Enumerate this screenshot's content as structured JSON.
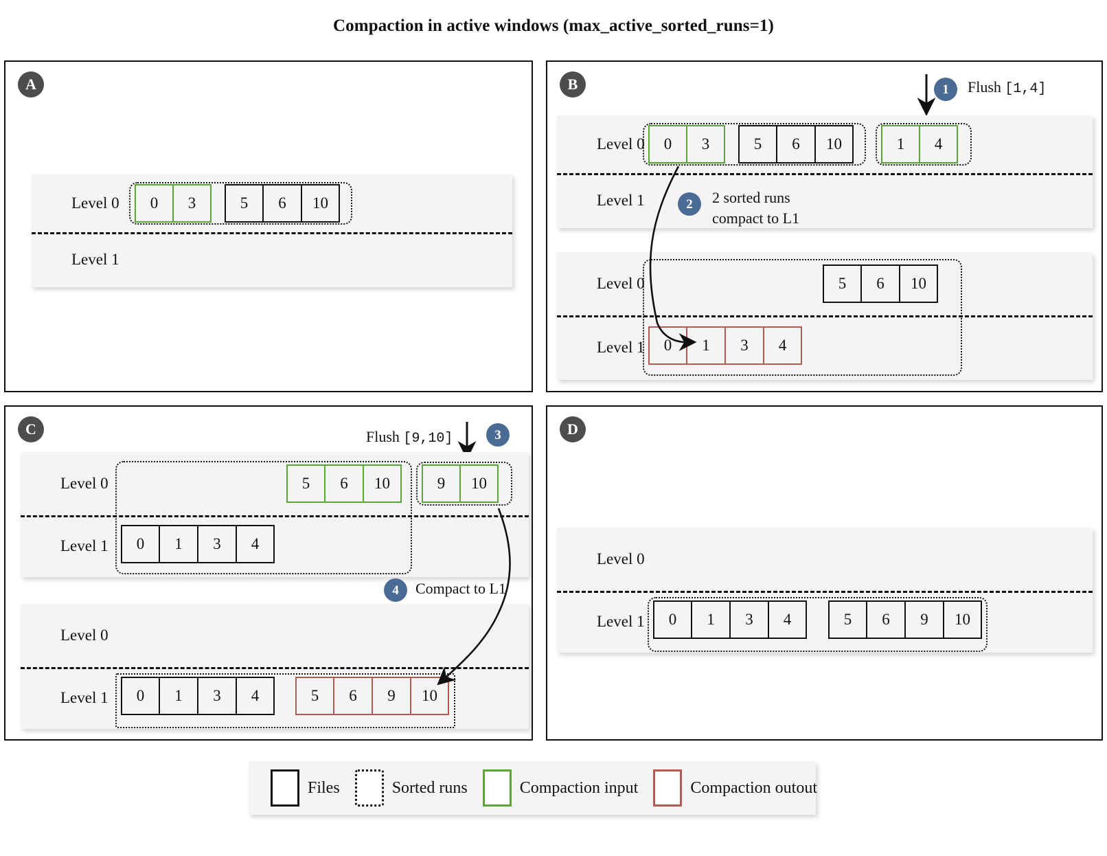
{
  "title": "Compaction in active windows (max_active_sorted_runs=1)",
  "level_labels": {
    "l0": "Level 0",
    "l1": "Level 1"
  },
  "panels": {
    "a": {
      "badge": "A",
      "stacks": [
        {
          "level0": [
            {
              "style": "green",
              "files": [
                "0",
                "3"
              ]
            },
            {
              "style": "black",
              "files": [
                "5",
                "6",
                "10"
              ]
            }
          ],
          "level1": []
        }
      ]
    },
    "b": {
      "badge": "B",
      "step1": "1",
      "flush_label": "Flush",
      "flush_range": "[1,4]",
      "step2": "2",
      "note2_line1": "2 sorted runs",
      "note2_line2": "compact to L1",
      "stacks": [
        {
          "level0": [
            {
              "style": "green",
              "files": [
                "0",
                "3"
              ]
            },
            {
              "style": "black",
              "files": [
                "5",
                "6",
                "10"
              ]
            },
            {
              "style": "green",
              "files": [
                "1",
                "4"
              ]
            }
          ],
          "level1": []
        },
        {
          "level0": [
            {
              "style": "black",
              "files": [
                "5",
                "6",
                "10"
              ]
            }
          ],
          "level1": [
            {
              "style": "red",
              "files": [
                "0",
                "1",
                "3",
                "4"
              ]
            }
          ]
        }
      ]
    },
    "c": {
      "badge": "C",
      "step3": "3",
      "flush_label": "Flush",
      "flush_range": "[9,10]",
      "step4": "4",
      "note4": "Compact to L1",
      "stacks": [
        {
          "level0": [
            {
              "style": "green",
              "files": [
                "5",
                "6",
                "10"
              ]
            },
            {
              "style": "green",
              "files": [
                "9",
                "10"
              ]
            }
          ],
          "level1": [
            {
              "style": "black",
              "files": [
                "0",
                "1",
                "3",
                "4"
              ]
            }
          ]
        },
        {
          "level0": [],
          "level1": [
            {
              "style": "black",
              "files": [
                "0",
                "1",
                "3",
                "4"
              ]
            },
            {
              "style": "red",
              "files": [
                "5",
                "6",
                "9",
                "10"
              ]
            }
          ]
        }
      ]
    },
    "d": {
      "badge": "D",
      "stacks": [
        {
          "level0": [],
          "level1": [
            {
              "style": "black",
              "files": [
                "0",
                "1",
                "3",
                "4"
              ]
            },
            {
              "style": "black",
              "files": [
                "5",
                "6",
                "9",
                "10"
              ]
            }
          ]
        }
      ]
    }
  },
  "legend": {
    "items": [
      {
        "icon": "solid-black-box-icon",
        "label": "Files"
      },
      {
        "icon": "dotted-box-icon",
        "label": "Sorted runs"
      },
      {
        "icon": "green-box-icon",
        "label": "Compaction input"
      },
      {
        "icon": "red-box-icon",
        "label": "Compaction outout"
      }
    ]
  },
  "colors": {
    "green": "#5da33c",
    "red": "#b35a55",
    "step_badge": "#4a6b93",
    "panel_badge": "#4d4d4d",
    "band": "#f4f4f4"
  }
}
